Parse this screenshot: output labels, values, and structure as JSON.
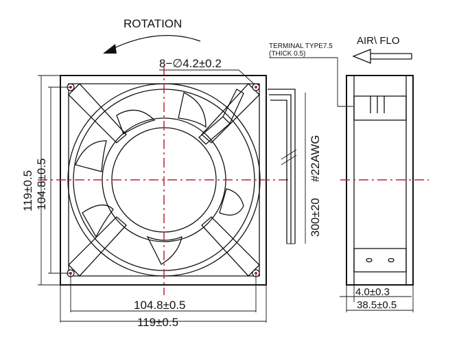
{
  "labels": {
    "rotation": "ROTATION",
    "hole_spec": "8−∅4.2±0.2",
    "terminal_type": "TERMINAL TYPE7.5",
    "terminal_thick": "(THICK  0.5)",
    "air_flow": "AIR\\ FLO",
    "height_outer": "119±0.5",
    "height_inner": "104.8±0.5",
    "width_inner": "104.8±0.5",
    "width_outer": "119±0.5",
    "wire_gauge": "#22AWG",
    "wire_length": "300±20",
    "flange": "4.0±0.3",
    "depth": "38.5±0.5"
  },
  "colors": {
    "line": "#111111",
    "centerline": "#c0202a"
  }
}
